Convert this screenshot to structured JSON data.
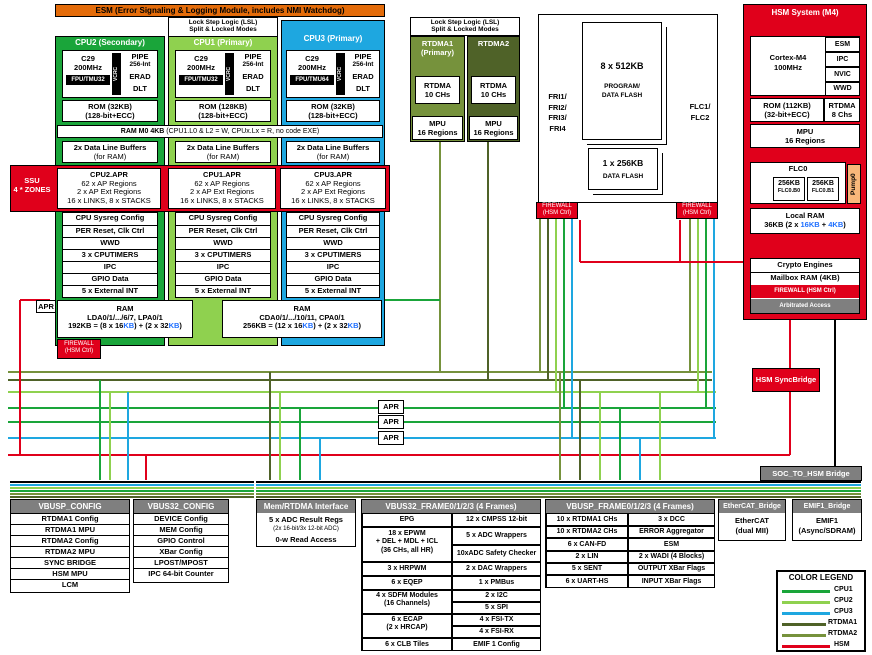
{
  "esm_banner": "ESM (Error Signaling & Logging Module, includes NMI Watchdog)",
  "lsl_cpu": [
    "Lock Step Logic (LSL)",
    "Split & Locked Modes"
  ],
  "lsl_rtdma": [
    "Lock Step Logic (LSL)",
    "Split & Locked Modes"
  ],
  "cpu2": {
    "title": "CPU2 (Secondary)",
    "core": "C29",
    "freq": "200MHz",
    "fpu": "FPU/TMU32",
    "vcrc": "VCRC",
    "pipe": "PIPE",
    "pipe_int": "256-Int",
    "erad": "ERAD",
    "dlt": "DLT",
    "rom": "ROM (32KB)",
    "rom_ecc": "(128-bit+ECC)"
  },
  "cpu1": {
    "title": "CPU1 (Primary)",
    "core": "C29",
    "freq": "200MHz",
    "fpu": "FPU/TMU32",
    "vcrc": "VCRC",
    "pipe": "PIPE",
    "pipe_int": "256-Int",
    "erad": "ERAD",
    "dlt": "DLT",
    "rom": "ROM (128KB)",
    "rom_ecc": "(128-bit+ECC)"
  },
  "cpu3": {
    "title": "CPU3 (Primary)",
    "core": "C29",
    "freq": "200MHz",
    "fpu": "FPU/TMU64",
    "vcrc": "VCRC",
    "pipe": "PIPE",
    "pipe_int": "256-Int",
    "erad": "ERAD",
    "dlt": "DLT",
    "rom": "ROM (32KB)",
    "rom_ecc": "(128-bit+ECC)"
  },
  "ram_m0": "RAM M0 4KB",
  "ram_m0_note": "(CPU1.L0 & L2 = W, CPUx.Lx = R, no code EXE)",
  "dlb": [
    "2x Data Line Buffers",
    "(for RAM)"
  ],
  "ssu": [
    "SSU",
    "4 * ZONES"
  ],
  "apr_blocks": [
    {
      "title": "CPU2.APR",
      "l1": "62 x AP Regions",
      "l2": "2 x AP Ext Regions",
      "l3": "16 x LINKS, 8 x STACKS"
    },
    {
      "title": "CPU1.APR",
      "l1": "62 x AP Regions",
      "l2": "2 x AP Ext Regions",
      "l3": "16 x LINKS, 8 x STACKS"
    },
    {
      "title": "CPU3.APR",
      "l1": "62 x AP Regions",
      "l2": "2 x AP Ext Regions",
      "l3": "16 x LINKS, 8 x STACKS"
    }
  ],
  "sys_items": [
    "CPU Sysreg Config",
    "PER Reset, Clk Ctrl",
    "WWD",
    "3 x CPUTIMERS",
    "IPC",
    "GPIO Data",
    "5 x External INT"
  ],
  "apr_small": "APR",
  "ram_left": {
    "title": "RAM",
    "l1": "LDA0/1/.../6/7, LPA0/1",
    "l2a": "192KB = (8 x 16",
    "kb": "KB",
    "l2b": ") + (2 x 32",
    "l2c": ")"
  },
  "ram_right": {
    "title": "RAM",
    "l1": "CDA0/1/.../10/11, CPA0/1",
    "l2a": "256KB = (12 x 16",
    "kb": "KB",
    "l2b": ") + (2 x 32",
    "l2c": ")"
  },
  "firewall": [
    "FIREWALL",
    "(HSM Ctrl)"
  ],
  "rtdma1": {
    "title": "RTDMA1",
    "sub": "(Primary)",
    "dma": "RTDMA",
    "chs": "10 CHs",
    "mpu": "MPU",
    "regions": "16 Regions"
  },
  "rtdma2": {
    "title": "RTDMA2",
    "dma": "RTDMA",
    "chs": "10 CHs",
    "mpu": "MPU",
    "regions": "16 Regions"
  },
  "fri": [
    "FRI1/",
    "FRI2/",
    "FRI3/",
    "FRI4"
  ],
  "flc": [
    "FLC1/",
    "FLC2"
  ],
  "flash_prog": {
    "t": "8 x 512KB",
    "s1": "PROGRAM/",
    "s2": "DATA FLASH"
  },
  "flash_data": {
    "t": "1 x 256KB",
    "s1": "DATA FLASH"
  },
  "hsm": {
    "title": "HSM System (M4)",
    "core": "Cortex-M4",
    "freq": "100MHz",
    "side": [
      "ESM",
      "IPC",
      "NVIC",
      "WWD"
    ],
    "rom": "ROM (112KB)",
    "rom_ecc": "(32-bit+ECC)",
    "rtdma": "RTDMA",
    "rtdma_ch": "8 Chs",
    "mpu": "MPU",
    "mpu_r": "16 Regions",
    "flc0": "FLC0",
    "f1": "256KB",
    "f1s": "FLC0.B0",
    "f2": "256KB",
    "f2s": "FLC0.B1",
    "pump": "Pump0",
    "lram": "Local RAM",
    "lram2a": "36KB (2 x ",
    "lram_kb1": "16KB",
    "lram2b": " + ",
    "lram_kb2": "4KB",
    "lram2c": ")",
    "crypto": "Crypto Engines",
    "mailbox": "Mailbox RAM (4KB)",
    "fw": "FIREWALL (HSM Ctrl)",
    "arb": "Arbitrated Access"
  },
  "hsm_syncbridge": "HSM SyncBridge",
  "soc_bridge": "SOC_TO_HSM Bridge",
  "apr_mid": [
    "APR",
    "APR",
    "APR"
  ],
  "vbusp_config": {
    "title": "VBUSP_CONFIG",
    "items": [
      "RTDMA1 Config",
      "RTDMA1 MPU",
      "RTDMA2 Config",
      "RTDMA2 MPU",
      "SYNC BRIDGE",
      "HSM MPU",
      "LCM"
    ]
  },
  "vbus32_config": {
    "title": "VBUS32_CONFIG",
    "items": [
      "DEVICE Config",
      "MEM Config",
      "GPIO Control",
      "XBar Config",
      "LPOST/MPOST",
      "IPC 64-bit Counter"
    ]
  },
  "mem_rtdma": {
    "title": "Mem/RTDMA Interface",
    "l1": "5 x ADC Result Regs",
    "l2": "(2x 16-bit/3x 12-bit ADC)",
    "l3": "0-w Read Access"
  },
  "vbus32_frame": {
    "title": "VBUS32_FRAME0/1/2/3 (4 Frames)",
    "left": [
      "EPG",
      "18 x EPWM",
      "+ DEL + MDL + ICL",
      "(36 CHs, all HR)",
      "3 x HRPWM",
      "6 x EQEP",
      "4 x SDFM Modules",
      "(16 Channels)",
      "6 x ECAP",
      "(2 x HRCAP)",
      "6 x CLB Tiles"
    ],
    "right": [
      "12 x CMPSS 12-bit",
      "5 x ADC Wrappers",
      "10xADC Safety Checker",
      "2 x DAC Wrappers",
      "1 x PMBus",
      "2 x I2C",
      "5 x SPI",
      "4 x FSI-TX",
      "4 x FSI-RX",
      "EMIF 1 Config"
    ]
  },
  "vbusp_frame": {
    "title": "VBUSP_FRAME0/1/2/3 (4 Frames)",
    "left": [
      "10 x RTDMA1 CHs",
      "10 x RTDMA2 CHs",
      "6 x CAN-FD",
      "2 x LIN",
      "5 x SENT",
      "6 x UART-HS"
    ],
    "right": [
      "3 x DCC",
      "ERROR Aggregator",
      "ESM",
      "2 x WADI (4 Blocks)",
      "OUTPUT XBar Flags",
      "INPUT XBar Flags"
    ]
  },
  "ethercat": {
    "title": "EtherCAT_Bridge",
    "l1": "EtherCAT",
    "l2": "(dual MII)"
  },
  "emif1": {
    "title": "EMIF1_Bridge",
    "l1": "EMIF1",
    "l2": "(Async/SDRAM)"
  },
  "legend": {
    "title": "COLOR LEGEND",
    "items": [
      {
        "label": "CPU1",
        "color": "#1aa53a"
      },
      {
        "label": "CPU2",
        "color": "#8fd14f"
      },
      {
        "label": "CPU3",
        "color": "#1ea7e0"
      },
      {
        "label": "RTDMA1",
        "color": "#4f6228"
      },
      {
        "label": "RTDMA2",
        "color": "#76923c"
      },
      {
        "label": "HSM",
        "color": "#e0001b"
      }
    ]
  },
  "colors": {
    "esm": "#e46c0a",
    "cpu1": "#1aa53a",
    "cpu2": "#8fd14f",
    "cpu3": "#1ea7e0",
    "rtdma1": "#4f6228",
    "rtdma2": "#76923c",
    "hsm": "#e0001b",
    "gray": "#7f7f7f"
  }
}
